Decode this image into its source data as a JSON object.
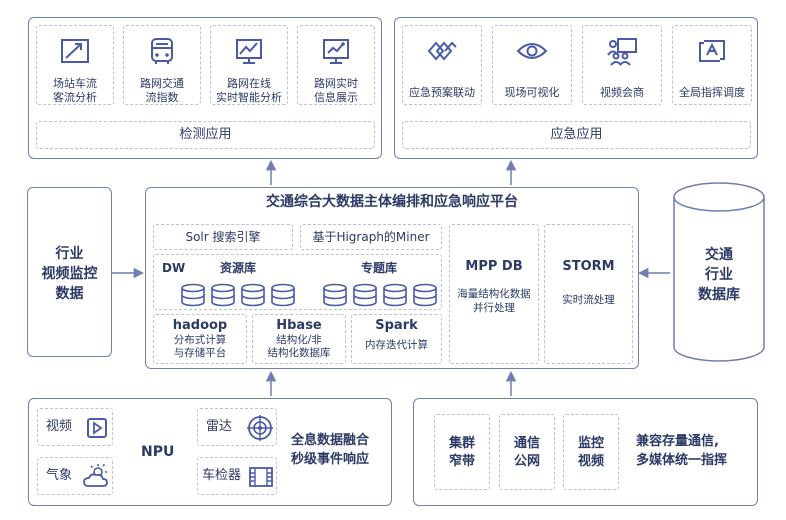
{
  "detection": {
    "items": [
      {
        "label": "场站车流\n客流分析",
        "icon": "chart-arrow-icon"
      },
      {
        "label": "路网交通\n流指数",
        "icon": "bus-icon"
      },
      {
        "label": "路网在线\n实时智能分析",
        "icon": "line-chart-icon"
      },
      {
        "label": "路网实时\n信息展示",
        "icon": "monitor-chart-icon"
      }
    ],
    "title": "检测应用"
  },
  "emergency": {
    "items": [
      {
        "label": "应急预案联动",
        "icon": "diamond-chain-icon"
      },
      {
        "label": "现场可视化",
        "icon": "eye-icon"
      },
      {
        "label": "视频会商",
        "icon": "meeting-icon"
      },
      {
        "label": "全局指挥调度",
        "icon": "command-icon"
      }
    ],
    "title": "应急应用"
  },
  "platform": {
    "title": "交通综合大数据主体编排和应急响应平台",
    "solr": "Solr 搜索引擎",
    "higraph": "基于Higraph的Miner",
    "dw": "DW",
    "resource_lib": "资源库",
    "topic_lib": "专题库",
    "hadoop": {
      "title": "hadoop",
      "desc": "分布式计算\n与存储平台"
    },
    "hbase": {
      "title": "Hbase",
      "desc": "结构化/非\n结构化数据库"
    },
    "spark": {
      "title": "Spark",
      "desc": "内存迭代计算"
    },
    "mpp": {
      "title": "MPP DB",
      "desc": "海量结构化数据\n并行处理"
    },
    "storm": {
      "title": "STORM",
      "desc": "实时流处理"
    }
  },
  "left_source": "行业\n视频监控\n数据",
  "right_source": "交通\n行业\n数据库",
  "bottom_left": {
    "video": "视频",
    "weather": "气象",
    "radar": "雷达",
    "detector": "车检器",
    "npu": "NPU",
    "caption": "全息数据融合\n秒级事件响应"
  },
  "bottom_right": {
    "items": [
      "集群\n窄带",
      "通信\n公网",
      "监控\n视频"
    ],
    "caption": "兼容存量通信,\n多媒体统一指挥"
  },
  "colors": {
    "accent": "#3b4f9c",
    "border": "#6f7fb3",
    "dashed": "#b9c0db",
    "icon": "#4a5aa8"
  }
}
